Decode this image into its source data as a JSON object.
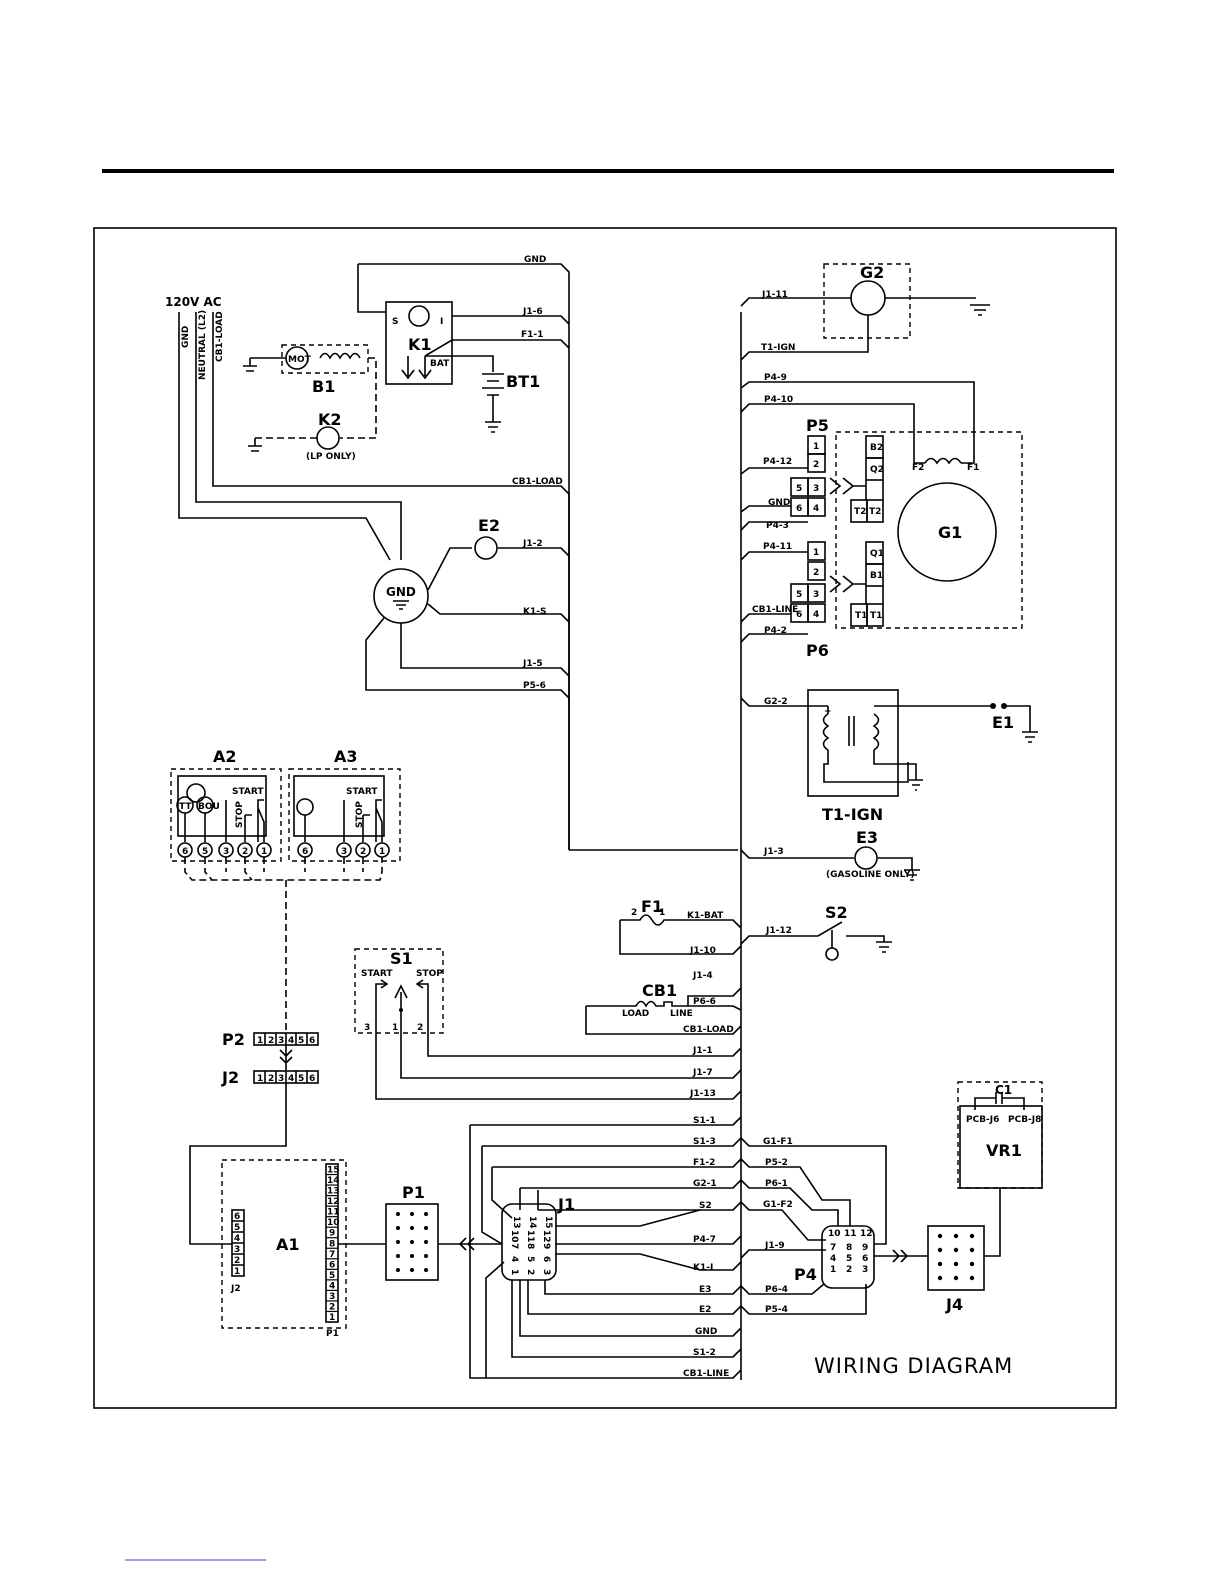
{
  "diagram": {
    "caption": "WIRING DIAGRAM",
    "supply": "120V AC",
    "left_wires": [
      "GND",
      "NEUTRAL (L2)",
      "CB1-LOAD"
    ],
    "components": {
      "g2": "G2",
      "k1": "K1",
      "b1": "B1",
      "bt1": "BT1",
      "k2": "K2",
      "k2_note": "(LP ONLY)",
      "mot": "MOT",
      "k1_s": "S",
      "k1_i": "I",
      "k1_bat": "BAT",
      "e2": "E2",
      "gnd_hub": "GND",
      "p5": "P5",
      "p6": "P6",
      "g1": "G1",
      "f2": "F2",
      "f1": "F1",
      "e1": "E1",
      "t1": "T1-IGN",
      "e3": "E3",
      "e3_note": "(GASOLINE ONLY)",
      "a2": "A2",
      "a3": "A3",
      "start": "START",
      "stop": "STOP",
      "tt": "TT",
      "bou": "BOU",
      "fuse": "F1",
      "s2": "S2",
      "s1": "S1",
      "cb1": "CB1",
      "cb_load": "LOAD",
      "cb_line": "LINE",
      "p2": "P2",
      "j2": "J2",
      "a1": "A1",
      "a1_j2": "J2",
      "a1_p1": "P1",
      "p1": "P1",
      "j1": "J1",
      "p4": "P4",
      "j4": "J4",
      "c1": "C1",
      "vr1": "VR1",
      "pcb_j6": "PCB-J6",
      "pcb_j8": "PCB-J8"
    },
    "wire_labels": {
      "gnd_top": "GND",
      "j1_6": "J1-6",
      "f1_1": "F1-1",
      "cb1_load": "CB1-LOAD",
      "j1_2": "J1-2",
      "k1_s": "K1-S",
      "j1_5": "J1-5",
      "p5_6": "P5-6",
      "j1_11": "J1-11",
      "t1_ign": "T1-IGN",
      "p4_9": "P4-9",
      "p4_10": "P4-10",
      "p4_12": "P4-12",
      "gnd_p5": "GND",
      "p4_3": "P4-3",
      "p4_11": "P4-11",
      "cb1_line": "CB1-LINE",
      "p4_2": "P4-2",
      "g2_2": "G2-2",
      "j1_3": "J1-3",
      "k1_bat": "K1-BAT",
      "j1_10": "J1-10",
      "j1_12": "J1-12",
      "j1_4": "J1-4",
      "p6_6": "P6-6",
      "cb1_load2": "CB1-LOAD",
      "j1_1": "J1-1",
      "j1_7": "J1-7",
      "j1_13": "J1-13",
      "s1_1": "S1-1",
      "s1_3": "S1-3",
      "f1_2": "F1-2",
      "g2_1": "G2-1",
      "s2": "S2",
      "p4_7": "P4-7",
      "k1_i": "K1-I",
      "e3": "E3",
      "e2": "E2",
      "gnd_bot": "GND",
      "s1_2": "S1-2",
      "cb1_line2": "CB1-LINE",
      "g1_f1": "G1-F1",
      "p5_2": "P5-2",
      "p6_1": "P6-1",
      "g1_f2": "G1-F2",
      "j1_9": "J1-9",
      "p6_4": "P6-4",
      "p5_4": "P5-4"
    },
    "p5_pins": [
      "1",
      "2",
      "5",
      "3",
      "6",
      "4"
    ],
    "p6_pins": [
      "1",
      "2",
      "5",
      "3",
      "6",
      "4"
    ],
    "g1_right_pins": [
      "B2",
      "Q2",
      "T2",
      "T2"
    ],
    "g1_lower_pins": [
      "Q1",
      "B1",
      "T1",
      "T1"
    ],
    "a2_pins": [
      "6",
      "5",
      "3",
      "2",
      "1"
    ],
    "a3_pins": [
      "6",
      "3",
      "2",
      "1"
    ],
    "s1_pins": [
      "3",
      "1",
      "2"
    ],
    "p2_pins": [
      "1",
      "2",
      "3",
      "4",
      "5",
      "6"
    ],
    "j2_pins": [
      "1",
      "2",
      "3",
      "4",
      "5",
      "6"
    ],
    "a1_j2_pins": [
      "6",
      "5",
      "4",
      "3",
      "2",
      "1"
    ],
    "a1_p1_pins": [
      "15",
      "14",
      "13",
      "12",
      "11",
      "10",
      "9",
      "8",
      "7",
      "6",
      "5",
      "4",
      "3",
      "2",
      "1"
    ],
    "j1_top_pins": [
      "13",
      "14",
      "15"
    ],
    "j1_rows": [
      [
        "10",
        "11",
        "12"
      ],
      [
        "7",
        "8",
        "9"
      ],
      [
        "4",
        "5",
        "6"
      ],
      [
        "1",
        "2",
        "3"
      ]
    ],
    "p4_top_pins": [
      "10",
      "11",
      "12"
    ],
    "p4_rows": [
      [
        "7",
        "8",
        "9"
      ],
      [
        "4",
        "5",
        "6"
      ],
      [
        "1",
        "2",
        "3"
      ]
    ]
  }
}
